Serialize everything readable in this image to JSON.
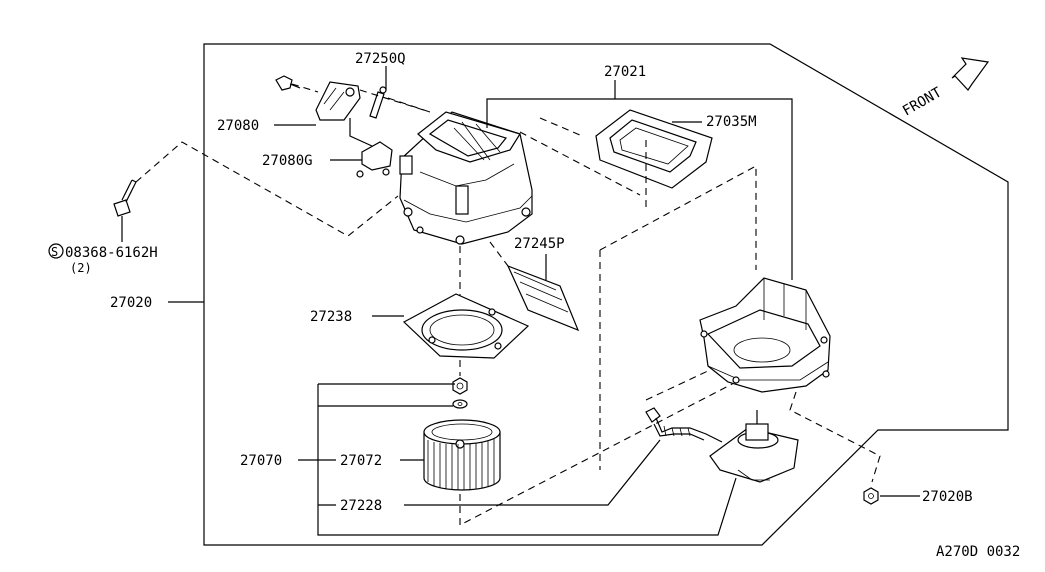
{
  "diagram": {
    "labels": {
      "housing_assembly": "27020",
      "intake_case": "27021",
      "seal_27035m": "27035M",
      "actuator": "27080",
      "actuator_bracket": "27080G",
      "link_27250q": "27250Q",
      "filter_27245p": "27245P",
      "gasket_27238": "27238",
      "fan_motor_assy": "27070",
      "fan": "27072",
      "resistor_wire": "27228",
      "nut_27020b": "27020B",
      "bolt_part": "08368-6162H",
      "bolt_qty": "(2)",
      "bolt_symbol": "S",
      "front": "FRONT",
      "drawing_code": "A270D 0032"
    }
  }
}
